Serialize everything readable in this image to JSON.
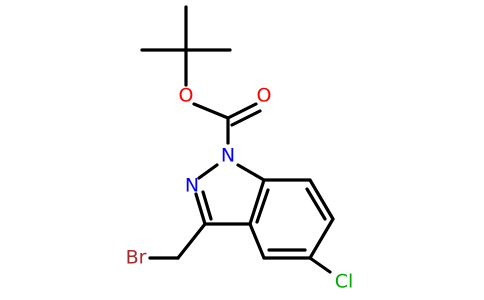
{
  "molecule": {
    "atoms": {
      "oxygen_ester": {
        "label": "O",
        "color": "#ff0000"
      },
      "oxygen_carbonyl": {
        "label": "O",
        "color": "#ff0000"
      },
      "nitrogen_1": {
        "label": "N",
        "color": "#0000ff"
      },
      "nitrogen_2": {
        "label": "N",
        "color": "#0000ff"
      },
      "bromine": {
        "label": "Br",
        "color": "#a52a2a"
      },
      "chlorine": {
        "label": "Cl",
        "color": "#00aa00"
      }
    },
    "bond_color": "#000000"
  }
}
